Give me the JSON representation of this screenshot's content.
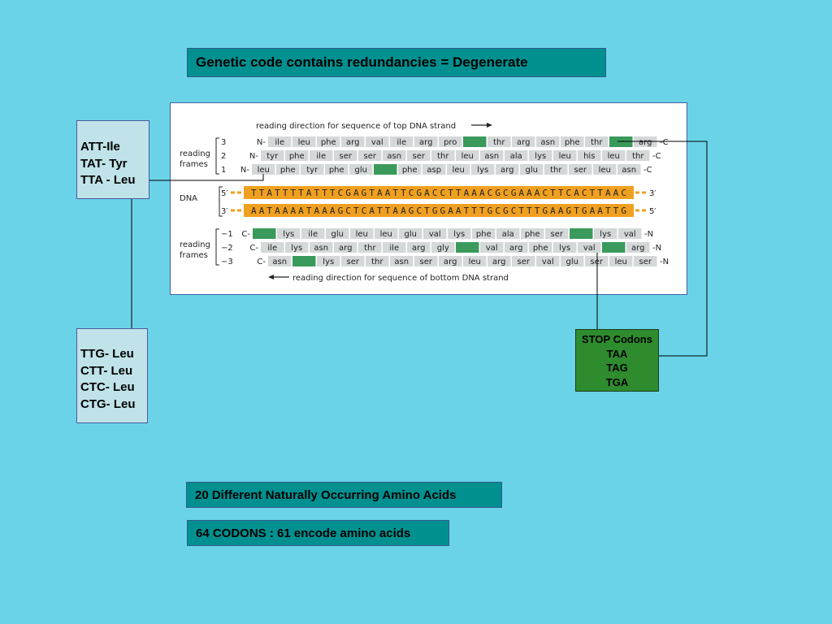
{
  "title": "Genetic code contains redundancies  =  Degenerate",
  "codon_box_a": [
    "ATT-Ile",
    "TAT- Tyr",
    "TTA - Leu"
  ],
  "codon_box_b": [
    "TTG- Leu",
    "CTT- Leu",
    "CTC- Leu",
    "CTG- Leu"
  ],
  "stop_codons": {
    "heading": "STOP Codons",
    "codons": [
      "TAA",
      "TAG",
      "TGA"
    ]
  },
  "amino_acids_text": "20 Different Naturally Occurring Amino Acids",
  "codons_text": "64 CODONS : 61 encode amino acids",
  "figure": {
    "top_direction": "reading direction for sequence of top DNA strand",
    "bottom_direction": "reading direction for sequence of bottom DNA strand",
    "reading_frames_label": [
      "reading",
      "frames"
    ],
    "dna_label": "DNA",
    "top_strand": {
      "left_end": "5′",
      "sequence": "TTATTTTATTTCGAGTAATTCGACCTTAAACGCGAAACTTCACTTAAC",
      "right_end": "3′"
    },
    "bottom_strand": {
      "left_end": "3′",
      "sequence": "AATAAAATAAAGCTCATTAAGCTGGAATTTGCGCTTTGAAGTGAATTG",
      "right_end": "5′"
    },
    "top_frames": [
      {
        "frame": "3",
        "start": "N-",
        "end": "-C",
        "cells": [
          "ile",
          "leu",
          "phe",
          "arg",
          "val",
          "ile",
          "arg",
          "pro",
          "STOP",
          "thr",
          "arg",
          "asn",
          "phe",
          "thr",
          "STOP",
          "arg"
        ]
      },
      {
        "frame": "2",
        "start": "N-",
        "end": "-C",
        "cells": [
          "tyr",
          "phe",
          "ile",
          "ser",
          "ser",
          "asn",
          "ser",
          "thr",
          "leu",
          "asn",
          "ala",
          "lys",
          "leu",
          "his",
          "leu",
          "thr"
        ]
      },
      {
        "frame": "1",
        "start": "N-",
        "end": "-C",
        "cells": [
          "leu",
          "phe",
          "tyr",
          "phe",
          "glu",
          "STOP",
          "phe",
          "asp",
          "leu",
          "lys",
          "arg",
          "glu",
          "thr",
          "ser",
          "leu",
          "asn"
        ]
      }
    ],
    "bottom_frames": [
      {
        "frame": "−1",
        "start": "C-",
        "end": "-N",
        "cells": [
          "STOP",
          "lys",
          "ile",
          "glu",
          "leu",
          "leu",
          "glu",
          "val",
          "lys",
          "phe",
          "ala",
          "phe",
          "ser",
          "STOP",
          "lys",
          "val"
        ]
      },
      {
        "frame": "−2",
        "start": "C-",
        "end": "-N",
        "cells": [
          "ile",
          "lys",
          "asn",
          "arg",
          "thr",
          "ile",
          "arg",
          "gly",
          "STOP",
          "val",
          "arg",
          "phe",
          "lys",
          "val",
          "STOP",
          "arg"
        ]
      },
      {
        "frame": "−3",
        "start": "C-",
        "end": "-N",
        "cells": [
          "asn",
          "STOP",
          "lys",
          "ser",
          "thr",
          "asn",
          "ser",
          "arg",
          "leu",
          "arg",
          "ser",
          "val",
          "glu",
          "ser",
          "leu",
          "ser"
        ]
      }
    ]
  },
  "colors": {
    "background": "#6ad3e8",
    "title_fill": "#009090",
    "stop_fill": "#2e8b2e",
    "stop_cell": "#3a9a5c",
    "amino_cell": "#d4d8d8",
    "dna_strand": "#f0a020"
  }
}
